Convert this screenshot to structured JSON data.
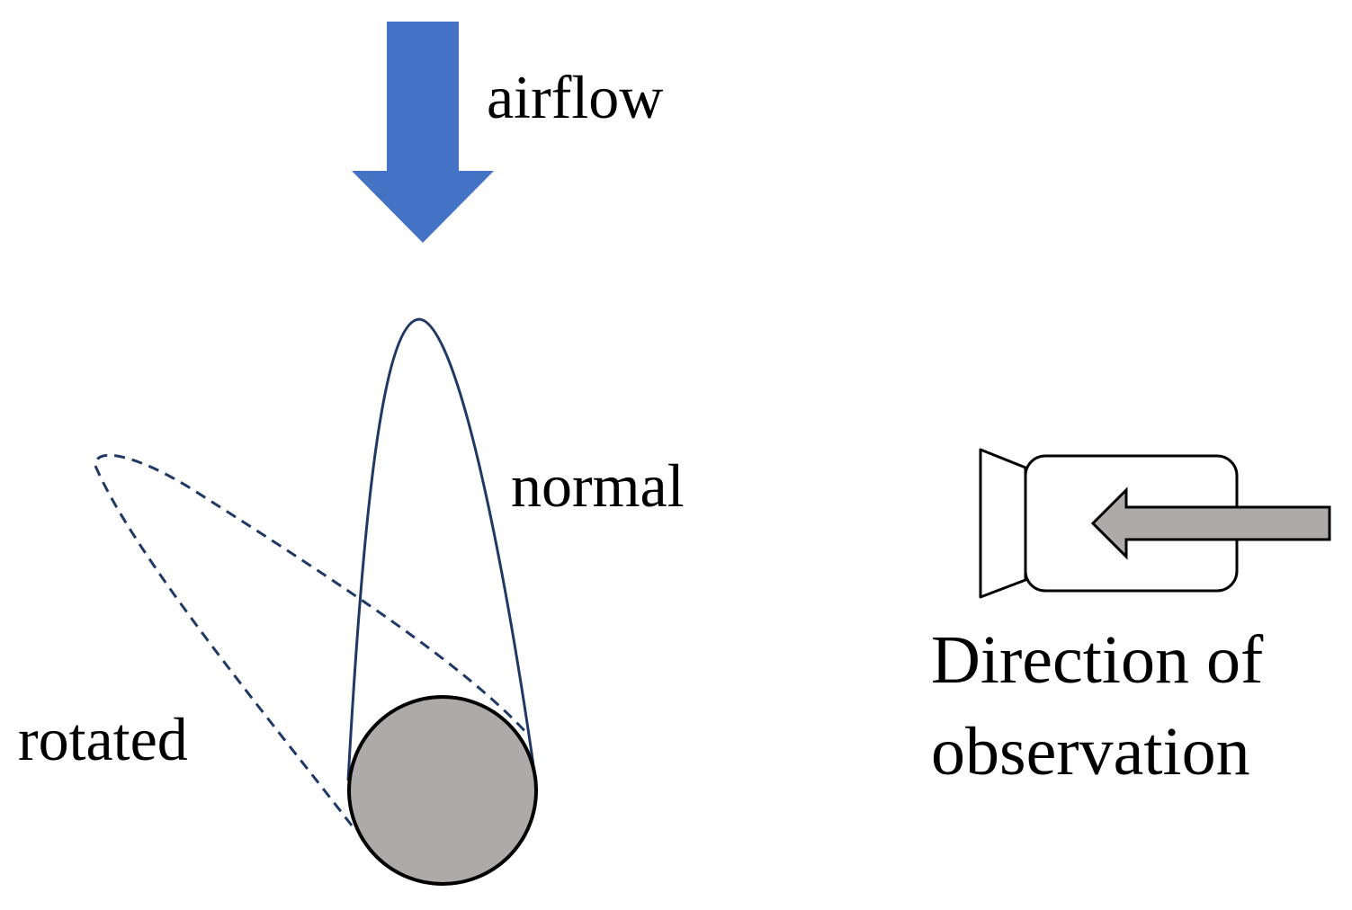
{
  "labels": {
    "airflow": "airflow",
    "normal": "normal",
    "rotated": "rotated",
    "observation_line1": "Direction of",
    "observation_line2": "observation"
  },
  "icons": {
    "airflow_arrow": "down-arrow-icon",
    "camera": "camera-icon",
    "observation_arrow": "left-arrow-icon"
  },
  "colors": {
    "airflow_arrow": "#4472C4",
    "outline_navy": "#1F3864",
    "cylinder_fill": "#AEAAAA",
    "observation_arrow_fill": "#AEAAAA"
  }
}
